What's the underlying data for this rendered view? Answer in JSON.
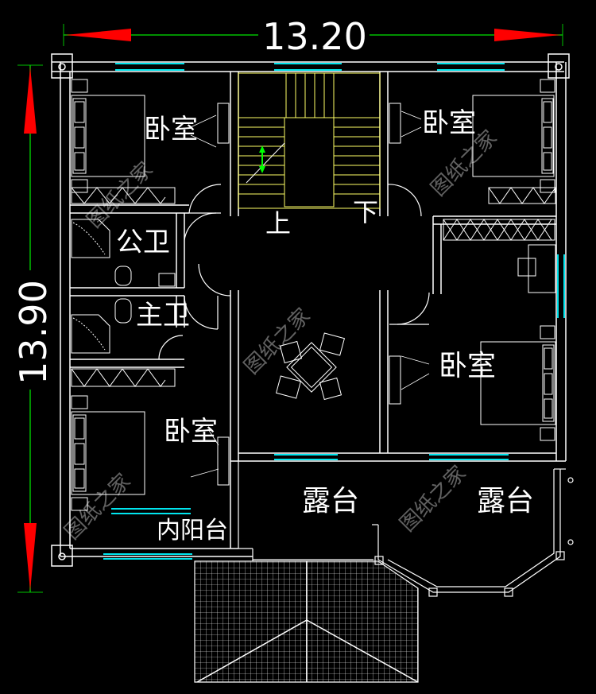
{
  "dimensions": {
    "width_label": "13.20",
    "depth_label": "13.90"
  },
  "rooms": {
    "bedroom_nw": "卧室",
    "bedroom_ne": "卧室",
    "bedroom_e": "卧室",
    "bedroom_sw": "卧室",
    "public_bath": "公卫",
    "master_bath": "主卫",
    "terrace_center": "露台",
    "terrace_east": "露台",
    "inner_balcony": "内阳台"
  },
  "stair": {
    "up_label": "上",
    "down_label": "下"
  },
  "watermark": "图纸之家",
  "colors": {
    "background": "#000000",
    "wall": "#ffffff",
    "dimension_line": "#00c000",
    "arrow": "#ff0000",
    "window": "#00e5ee",
    "stair": "#ffff66"
  }
}
